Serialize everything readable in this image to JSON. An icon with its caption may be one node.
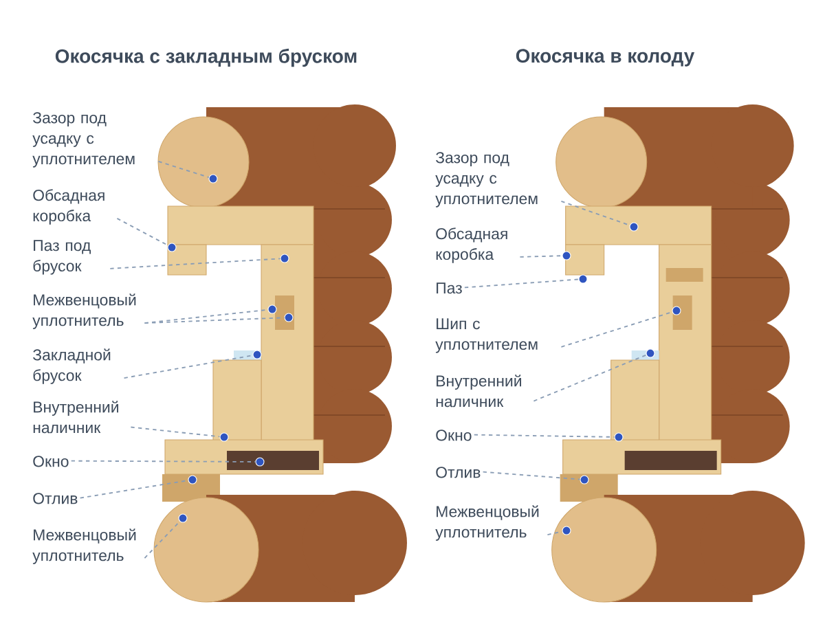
{
  "diagram": {
    "nodes": [
      {
        "text": [
          "Зазор под усадку с уплотнителем"
        ]
      },
      {
        "text": [],
        "shape": "circle"
      },
      {
        "text": [
          "Обсадная коробка"
        ]
      },
      {
        "text": [],
        "shape": "circle"
      },
      {
        "text": [
          "Паз под брусок"
        ]
      },
      {
        "text": [],
        "shape": "circle"
      },
      {
        "text": [
          "Межвенцовый уплотнитель"
        ]
      },
      {
        "text": [],
        "shape": "circle"
      },
      {
        "text": [],
        "shape": "circle"
      },
      {
        "text": [
          "Закладной брусок"
        ]
      },
      {
        "text": [],
        "shape": "circle"
      },
      {
        "text": [
          "Внутренний наличник"
        ]
      },
      {
        "text": [],
        "shape": "circle"
      },
      {
        "text": [
          "Окно"
        ]
      },
      {
        "text": [],
        "shape": "circle"
      },
      {
        "text": [
          "Отлив"
        ]
      },
      {
        "text": [],
        "shape": "circle"
      },
      {
        "text": [
          "Межвенцовый уплотнитель"
        ]
      },
      {
        "text": [],
        "shape": "circle"
      },
      {
        "text": [
          "Зазор под усадку с уплотнителем"
        ]
      },
      {
        "text": [],
        "shape": "circle"
      },
      {
        "text": [
          "Обсадная коробка"
        ]
      },
      {
        "text": [],
        "shape": "circle"
      },
      {
        "text": [
          "Паз"
        ]
      },
      {
        "text": [],
        "shape": "circle"
      },
      {
        "text": [
          "Шип с уплотнителем"
        ]
      },
      {
        "text": [],
        "shape": "circle"
      },
      {
        "text": [
          "Внутренний наличник"
        ]
      },
      {
        "text": [],
        "shape": "circle"
      },
      {
        "text": [
          "Окно"
        ]
      },
      {
        "text": [],
        "shape": "circle"
      },
      {
        "text": [
          "Отлив"
        ]
      },
      {
        "text": [],
        "shape": "circle"
      },
      {
        "text": [
          "Межвенцовый уплотнитель"
        ]
      },
      {
        "text": [],
        "shape": "circle"
      }
    ],
    "edges": [
      {
        "from": 0,
        "to": 1,
        "arrow": "none",
        "style": "dashed"
      },
      {
        "from": 2,
        "to": 3,
        "arrow": "none",
        "style": "dashed"
      },
      {
        "from": 4,
        "to": 5,
        "arrow": "none",
        "style": "dashed"
      },
      {
        "from": 6,
        "to": 7,
        "arrow": "none",
        "style": "dashed"
      },
      {
        "from": 6,
        "to": 8,
        "arrow": "none",
        "style": "dashed"
      },
      {
        "from": 9,
        "to": 10,
        "arrow": "none",
        "style": "dashed"
      },
      {
        "from": 11,
        "to": 12,
        "arrow": "none",
        "style": "dashed"
      },
      {
        "from": 13,
        "to": 14,
        "arrow": "none",
        "style": "dashed"
      },
      {
        "from": 15,
        "to": 16,
        "arrow": "none",
        "style": "dashed"
      },
      {
        "from": 17,
        "to": 18,
        "arrow": "none",
        "style": "dashed"
      },
      {
        "from": 19,
        "to": 20,
        "arrow": "none",
        "style": "dashed"
      },
      {
        "from": 21,
        "to": 22,
        "arrow": "none",
        "style": "dashed"
      },
      {
        "from": 23,
        "to": 24,
        "arrow": "none",
        "style": "dashed"
      },
      {
        "from": 25,
        "to": 26,
        "arrow": "none",
        "style": "dashed"
      },
      {
        "from": 27,
        "to": 28,
        "arrow": "none",
        "style": "dashed"
      },
      {
        "from": 29,
        "to": 30,
        "arrow": "none",
        "style": "dashed"
      },
      {
        "from": 31,
        "to": 32,
        "arrow": "none",
        "style": "dashed"
      },
      {
        "from": 33,
        "to": 34,
        "arrow": "none",
        "style": "dashed"
      }
    ],
    "labels": [
      "Окосячка с закладным бруском",
      "Окосячка в колоду"
    ]
  }
}
